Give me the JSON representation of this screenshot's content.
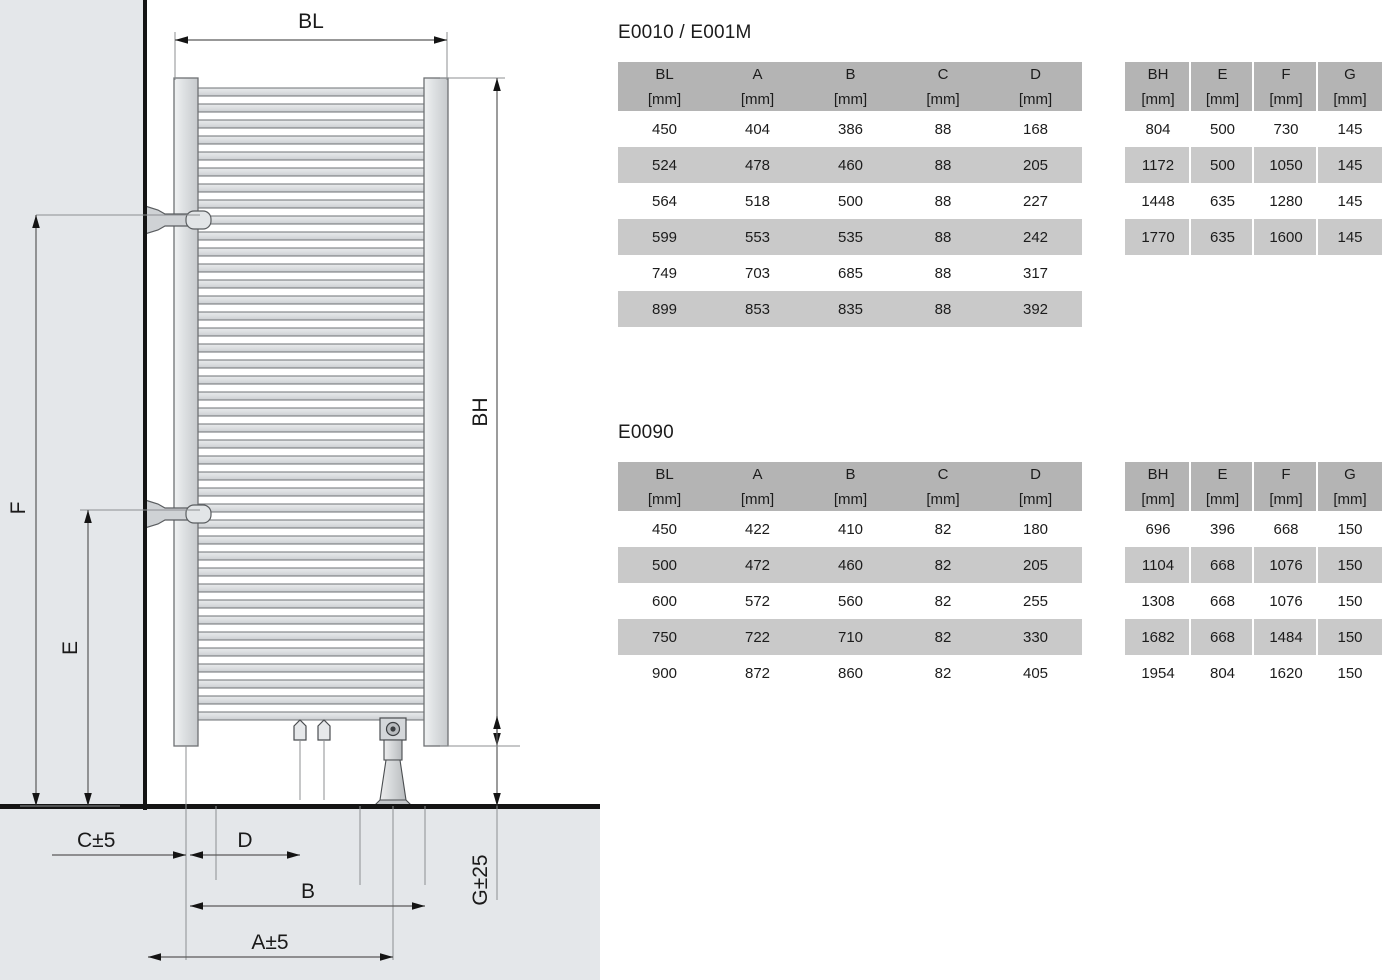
{
  "drawing": {
    "labels": {
      "bl": "BL",
      "bh": "BH",
      "f": "F",
      "e": "E",
      "c": "C±5",
      "d": "D",
      "b": "B",
      "a": "A±5",
      "g": "G±25"
    },
    "colors": {
      "wall": "#141414",
      "floor": "#141414",
      "background_left": "#e4e7ea",
      "background_right": "#ffffff",
      "tube_fill": "#dcdfe1",
      "manifold_fill": "#d9dcde",
      "outline": "#4a4a4a",
      "dimension_line": "#5a5a5a"
    }
  },
  "groups": [
    {
      "title": "E0010 / E001M",
      "left_table": {
        "headers": [
          "BL",
          "A",
          "B",
          "C",
          "D"
        ],
        "units": [
          "[mm]",
          "[mm]",
          "[mm]",
          "[mm]",
          "[mm]"
        ],
        "rows": [
          [
            "450",
            "404",
            "386",
            "88",
            "168"
          ],
          [
            "524",
            "478",
            "460",
            "88",
            "205"
          ],
          [
            "564",
            "518",
            "500",
            "88",
            "227"
          ],
          [
            "599",
            "553",
            "535",
            "88",
            "242"
          ],
          [
            "749",
            "703",
            "685",
            "88",
            "317"
          ],
          [
            "899",
            "853",
            "835",
            "88",
            "392"
          ]
        ]
      },
      "right_table": {
        "headers": [
          "BH",
          "E",
          "F",
          "G"
        ],
        "units": [
          "[mm]",
          "[mm]",
          "[mm]",
          "[mm]"
        ],
        "rows": [
          [
            "804",
            "500",
            "730",
            "145"
          ],
          [
            "1172",
            "500",
            "1050",
            "145"
          ],
          [
            "1448",
            "635",
            "1280",
            "145"
          ],
          [
            "1770",
            "635",
            "1600",
            "145"
          ]
        ]
      }
    },
    {
      "title": "E0090",
      "left_table": {
        "headers": [
          "BL",
          "A",
          "B",
          "C",
          "D"
        ],
        "units": [
          "[mm]",
          "[mm]",
          "[mm]",
          "[mm]",
          "[mm]"
        ],
        "rows": [
          [
            "450",
            "422",
            "410",
            "82",
            "180"
          ],
          [
            "500",
            "472",
            "460",
            "82",
            "205"
          ],
          [
            "600",
            "572",
            "560",
            "82",
            "255"
          ],
          [
            "750",
            "722",
            "710",
            "82",
            "330"
          ],
          [
            "900",
            "872",
            "860",
            "82",
            "405"
          ]
        ]
      },
      "right_table": {
        "headers": [
          "BH",
          "E",
          "F",
          "G"
        ],
        "units": [
          "[mm]",
          "[mm]",
          "[mm]",
          "[mm]"
        ],
        "rows": [
          [
            "696",
            "396",
            "668",
            "150"
          ],
          [
            "1104",
            "668",
            "1076",
            "150"
          ],
          [
            "1308",
            "668",
            "1076",
            "150"
          ],
          [
            "1682",
            "668",
            "1484",
            "150"
          ],
          [
            "1954",
            "804",
            "1620",
            "150"
          ]
        ]
      }
    }
  ]
}
